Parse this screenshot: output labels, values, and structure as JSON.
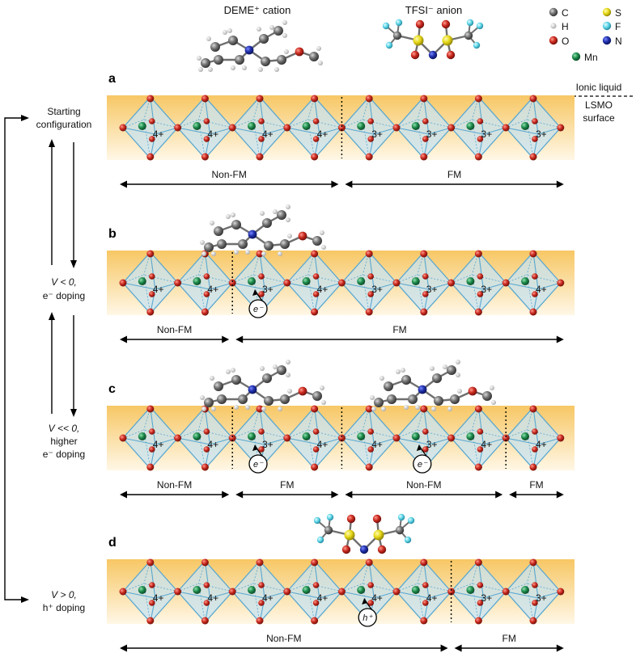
{
  "header": {
    "cation_label": "DEME⁺ cation",
    "anion_label": "TFSI⁻ anion"
  },
  "legend": {
    "items": [
      {
        "symbol": "C",
        "color": "#707070"
      },
      {
        "symbol": "S",
        "color": "#e6d817"
      },
      {
        "symbol": "H",
        "color": "#cfcfcf"
      },
      {
        "symbol": "F",
        "color": "#5ed6e8"
      },
      {
        "symbol": "O",
        "color": "#c8281e"
      },
      {
        "symbol": "N",
        "color": "#1f2fa8"
      },
      {
        "symbol": "Mn",
        "color": "#1c8a4a"
      }
    ]
  },
  "side_labels": {
    "ionic_liquid": "Ionic liquid",
    "lsmo_line1": "LSMO",
    "lsmo_line2": "surface"
  },
  "states": {
    "start_line1": "Starting",
    "start_line2": "configuration",
    "neg_line1": "V < 0,",
    "neg_line2": "e⁻ doping",
    "more_line1": "V << 0,",
    "more_line2": "higher",
    "more_line3": "e⁻ doping",
    "pos_line1": "V > 0,",
    "pos_line2": "h⁺ doping"
  },
  "colors": {
    "surface_top": "#f7c765",
    "surface_bottom": "#fff7e6",
    "octa_face": "#c7e3f1",
    "octa_edge": "#5aa8d0",
    "oxygen": "#c8281e",
    "manganese": "#1c8a4a"
  },
  "panels": [
    {
      "letter": "a",
      "valences": [
        "4+",
        "4+",
        "4+",
        "4+",
        "3+",
        "3+",
        "3+",
        "3+"
      ],
      "boundaries": [
        4
      ],
      "regions": [
        {
          "label": "Non-FM",
          "from": 0,
          "to": 4
        },
        {
          "label": "FM",
          "from": 4,
          "to": 8
        }
      ],
      "electrons": [],
      "molecules": []
    },
    {
      "letter": "b",
      "valences": [
        "4+",
        "4+",
        "3+",
        "4+",
        "3+",
        "3+",
        "3+",
        "4+"
      ],
      "boundaries": [
        2
      ],
      "regions": [
        {
          "label": "Non-FM",
          "from": 0,
          "to": 2
        },
        {
          "label": "FM",
          "from": 2,
          "to": 8
        }
      ],
      "electrons": [
        {
          "site": 2,
          "text": "e⁻"
        }
      ],
      "molecules": [
        "cation"
      ]
    },
    {
      "letter": "c",
      "valences": [
        "4+",
        "4+",
        "3+",
        "4+",
        "4+",
        "3+",
        "4+",
        "4+"
      ],
      "boundaries": [
        2,
        4,
        7
      ],
      "regions": [
        {
          "label": "Non-FM",
          "from": 0,
          "to": 2
        },
        {
          "label": "FM",
          "from": 2,
          "to": 4
        },
        {
          "label": "Non-FM",
          "from": 4,
          "to": 7
        },
        {
          "label": "FM",
          "from": 7,
          "to": 8
        }
      ],
      "electrons": [
        {
          "site": 2,
          "text": "e⁻"
        },
        {
          "site": 5,
          "text": "e⁻"
        }
      ],
      "molecules": [
        "cation",
        "cation"
      ]
    },
    {
      "letter": "d",
      "valences": [
        "4+",
        "4+",
        "4+",
        "4+",
        "4+",
        "4+",
        "3+",
        "3+"
      ],
      "boundaries": [
        6
      ],
      "regions": [
        {
          "label": "Non-FM",
          "from": 0,
          "to": 6
        },
        {
          "label": "FM",
          "from": 6,
          "to": 8
        }
      ],
      "electrons": [
        {
          "site": 4,
          "text": "h⁺"
        }
      ],
      "molecules": [
        "anion"
      ]
    }
  ]
}
